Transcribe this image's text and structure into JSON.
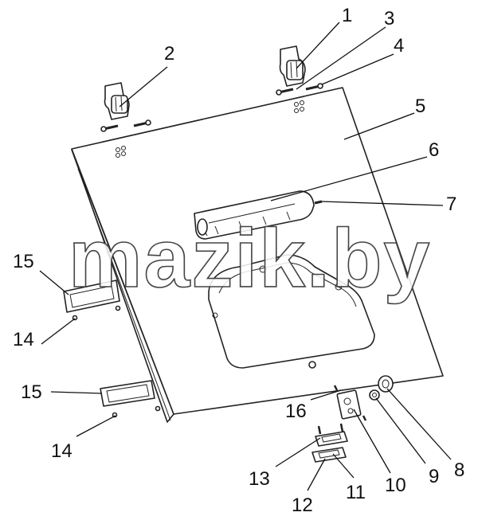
{
  "watermark": "mazik.by",
  "callouts": [
    {
      "id": "c1",
      "label": "1"
    },
    {
      "id": "c2",
      "label": "2"
    },
    {
      "id": "c3",
      "label": "3"
    },
    {
      "id": "c4",
      "label": "4"
    },
    {
      "id": "c5",
      "label": "5"
    },
    {
      "id": "c6",
      "label": "6"
    },
    {
      "id": "c7",
      "label": "7"
    },
    {
      "id": "c8",
      "label": "8"
    },
    {
      "id": "c9",
      "label": "9"
    },
    {
      "id": "c10",
      "label": "10"
    },
    {
      "id": "c11",
      "label": "11"
    },
    {
      "id": "c12",
      "label": "12"
    },
    {
      "id": "c13",
      "label": "13"
    },
    {
      "id": "c14a",
      "label": "14"
    },
    {
      "id": "c14b",
      "label": "14"
    },
    {
      "id": "c15a",
      "label": "15"
    },
    {
      "id": "c15b",
      "label": "15"
    },
    {
      "id": "c16",
      "label": "16"
    }
  ]
}
